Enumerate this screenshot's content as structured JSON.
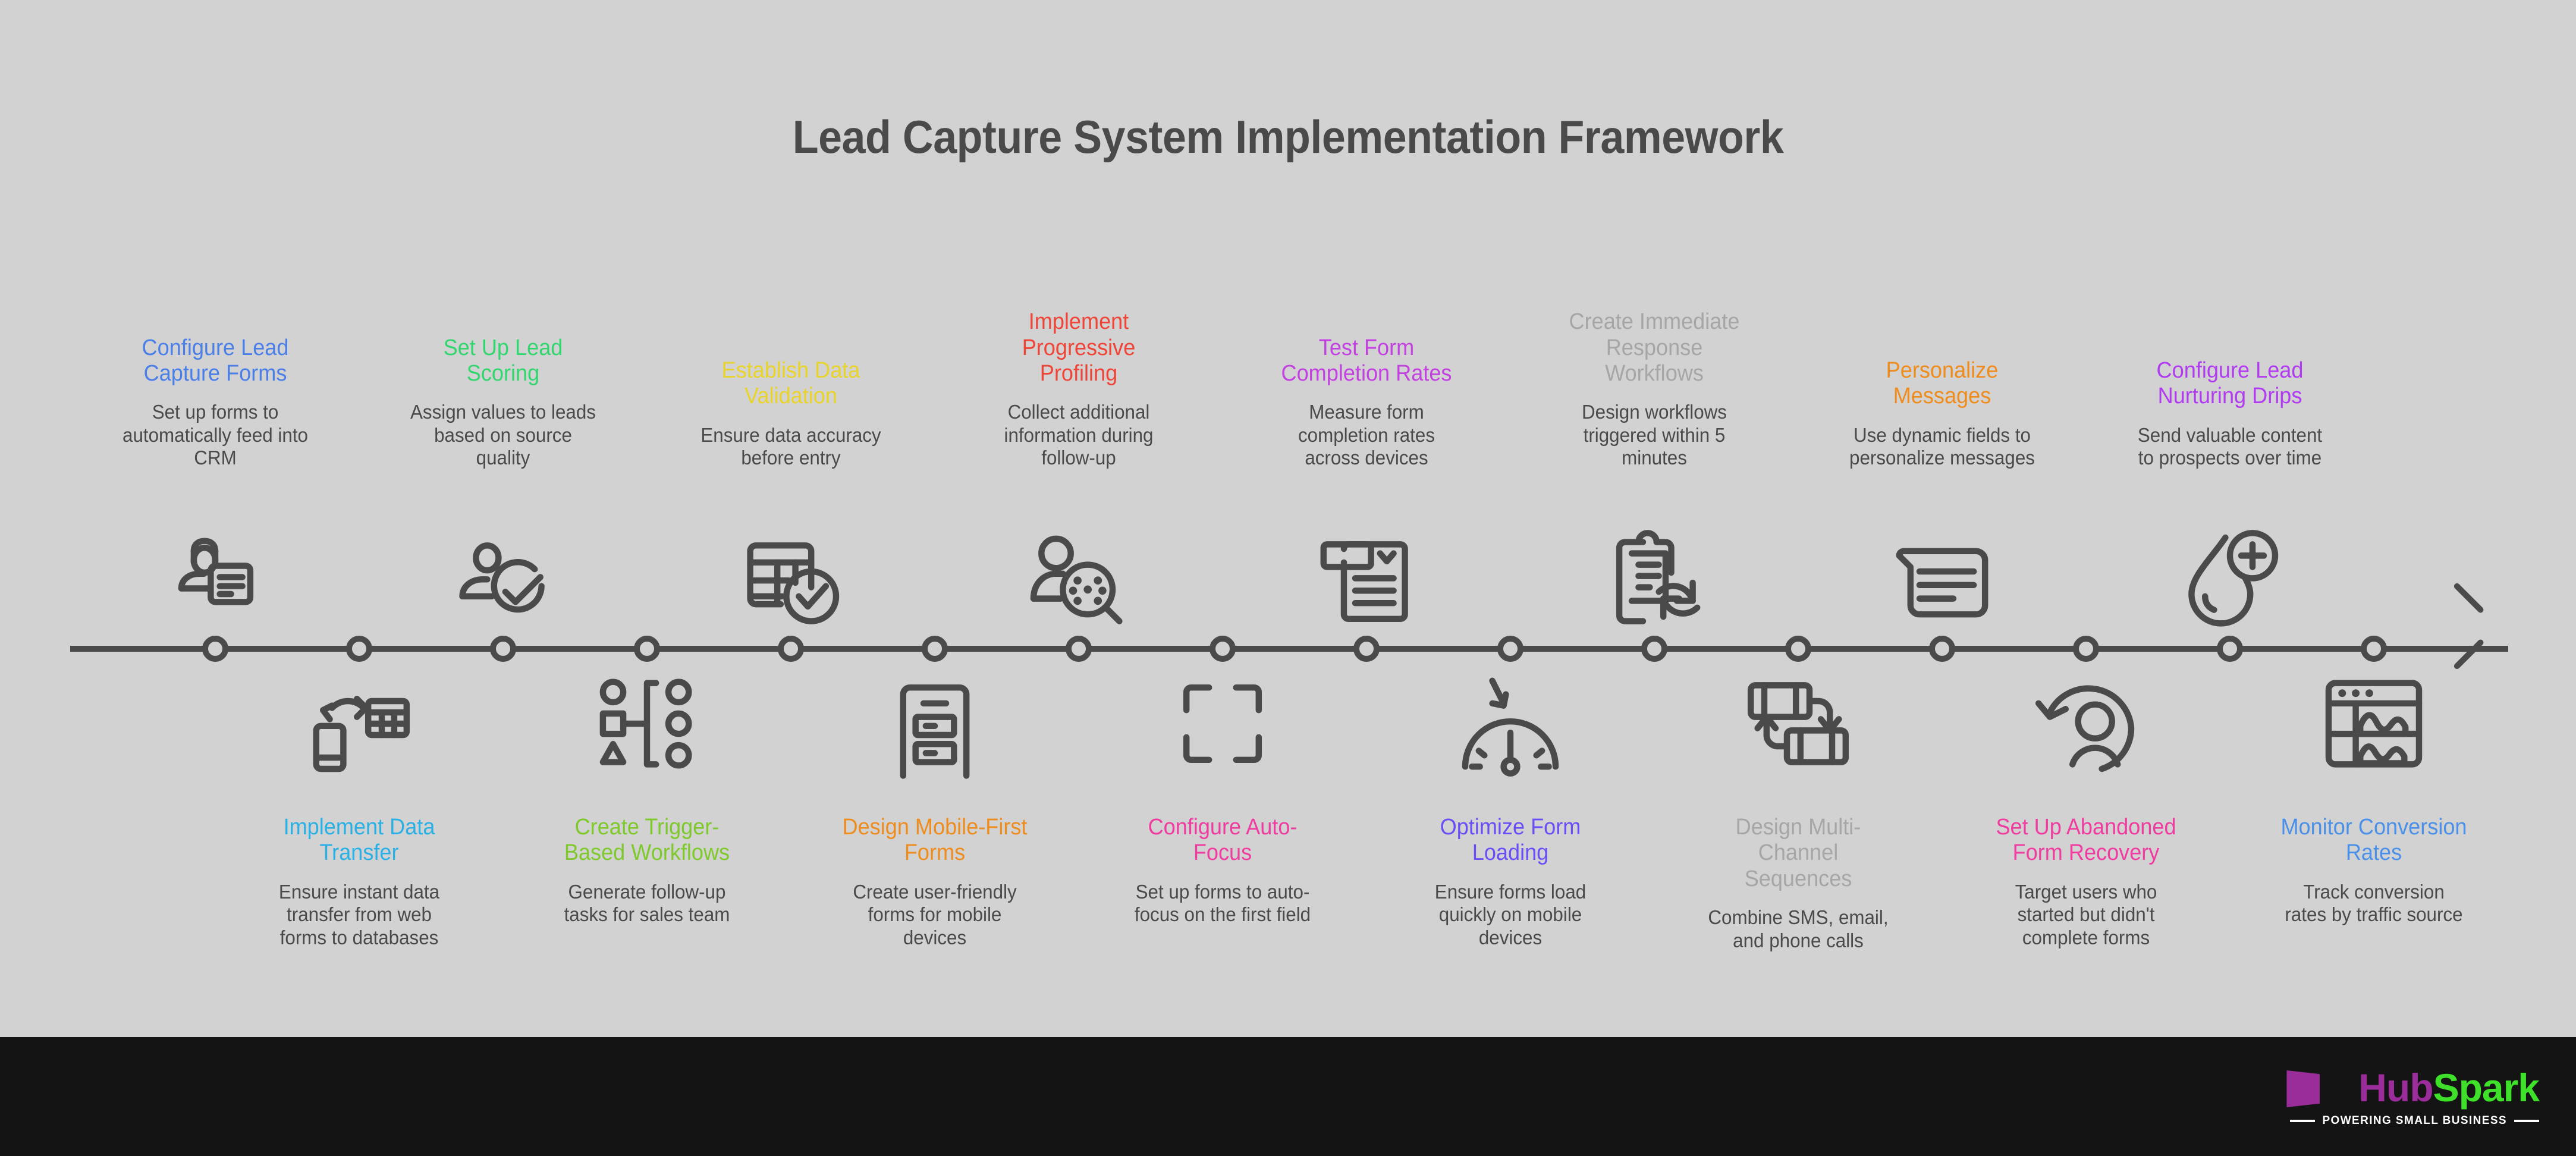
{
  "title": "Lead Capture System Implementation Framework",
  "colors": {
    "background": "#d2d2d2",
    "axis": "#4a4a4a",
    "body_text": "#4a4a4a",
    "footer": "#141414",
    "logo_hub": "#9b2d9b",
    "logo_spark": "#3ee02a"
  },
  "timeline": {
    "steps": [
      {
        "position": "top",
        "heading": "Configure Lead Capture Forms",
        "heading_color": "#4a7fe8",
        "description": "Set up forms to automatically feed into CRM",
        "icon": "person-form-icon"
      },
      {
        "position": "bottom",
        "heading": "Implement Data Transfer",
        "heading_color": "#29b0e5",
        "description": "Ensure instant data transfer from web forms to databases",
        "icon": "phone-to-spreadsheet-transfer-icon"
      },
      {
        "position": "top",
        "heading": "Set Up Lead Scoring",
        "heading_color": "#32d66e",
        "description": "Assign values to leads based on source quality",
        "icon": "person-check-icon"
      },
      {
        "position": "bottom",
        "heading": "Create Trigger-Based Workflows",
        "heading_color": "#7ec92b",
        "description": "Generate follow-up tasks for sales team",
        "icon": "workflow-branch-icon"
      },
      {
        "position": "top",
        "heading": "Establish Data Validation",
        "heading_color": "#e8d42a",
        "description": "Ensure data accuracy before entry",
        "icon": "table-check-icon"
      },
      {
        "position": "bottom",
        "heading": "Design Mobile-First Forms",
        "heading_color": "#ef8c1e",
        "description": "Create user-friendly forms for mobile devices",
        "icon": "mobile-form-drawer-icon"
      },
      {
        "position": "top",
        "heading": "Implement Progressive Profiling",
        "heading_color": "#ef4438",
        "description": "Collect additional information during follow-up",
        "icon": "person-magnifier-icon"
      },
      {
        "position": "bottom",
        "heading": "Configure Auto-Focus",
        "heading_color": "#f03ba0",
        "description": "Set up forms to auto-focus on the first field",
        "icon": "focus-brackets-icon"
      },
      {
        "position": "top",
        "heading": "Test Form Completion Rates",
        "heading_color": "#c341e0",
        "description": "Measure form completion rates across devices",
        "icon": "form-dropdown-icon"
      },
      {
        "position": "bottom",
        "heading": "Optimize Form Loading",
        "heading_color": "#6b4df5",
        "description": "Ensure forms load quickly on mobile devices",
        "icon": "speed-gauge-icon"
      },
      {
        "position": "top",
        "heading": "Create Immediate Response Workflows",
        "heading_color": "#a6a6a6",
        "description": "Design workflows triggered within 5 minutes",
        "icon": "clipboard-refresh-icon"
      },
      {
        "position": "bottom",
        "heading": "Design Multi-Channel Sequences",
        "heading_color": "#a6a6a6",
        "description": "Combine SMS, email, and phone calls",
        "icon": "multi-channel-swap-icon"
      },
      {
        "position": "top",
        "heading": "Personalize Messages",
        "heading_color": "#ef8c1e",
        "description": "Use dynamic fields to personalize messages",
        "icon": "chat-bubble-icon"
      },
      {
        "position": "bottom",
        "heading": "Set Up Abandoned Form Recovery",
        "heading_color": "#f03ba0",
        "description": "Target users who started but didn't complete forms",
        "icon": "person-return-arrow-icon"
      },
      {
        "position": "top",
        "heading": "Configure Lead Nurturing Drips",
        "heading_color": "#b13bf0",
        "description": "Send valuable content to prospects over time",
        "icon": "droplet-plus-icon"
      },
      {
        "position": "bottom",
        "heading": "Monitor Conversion Rates",
        "heading_color": "#4a90e8",
        "description": "Track conversion rates by traffic source",
        "icon": "analytics-dashboard-icon"
      }
    ]
  },
  "footer": {
    "logo_hub": "Hub",
    "logo_spark": "Spark",
    "tagline": "POWERING SMALL BUSINESS"
  }
}
